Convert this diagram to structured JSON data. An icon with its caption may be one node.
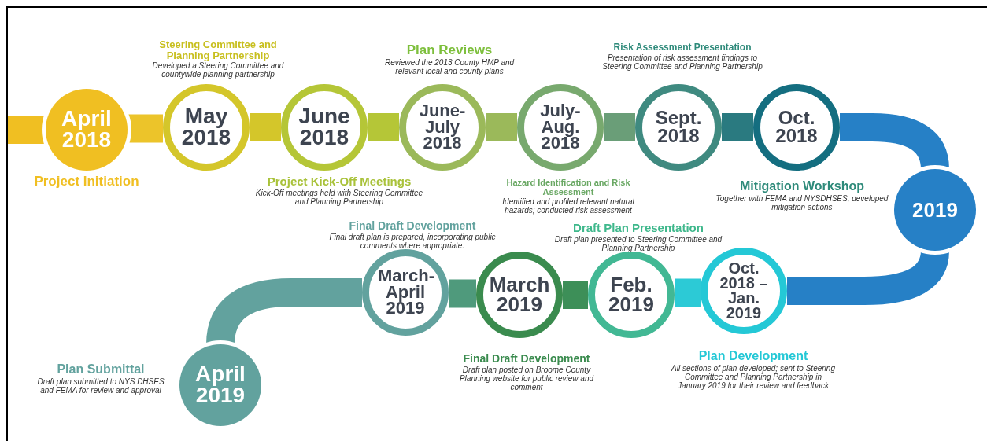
{
  "diagram": {
    "nodes": [
      {
        "text": [
          "April 2018"
        ],
        "beside": [
          "Project Initiation"
        ]
      },
      {
        "text": [
          "May 2018"
        ],
        "beside": [
          "Steering Committee and Planning Partnership",
          "Developed a Steering Committee and countywide planning partnership"
        ]
      },
      {
        "text": [
          "June 2018"
        ],
        "beside": [
          "Project Kick-Off Meetings",
          "Kick-Off meetings held with Steering Committee and Planning Partnership"
        ]
      },
      {
        "text": [
          "June-July 2018"
        ],
        "beside": [
          "Plan Reviews",
          "Reviewed the 2013 County HMP and relevant local and county plans"
        ]
      },
      {
        "text": [
          "July-Aug. 2018"
        ],
        "beside": [
          "Hazard Identification and Risk Assessment",
          "Identified and profiled relevant natural hazards; conducted risk assessment"
        ]
      },
      {
        "text": [
          "Sept. 2018"
        ],
        "beside": [
          "Risk Assessment Presentation",
          "Presentation of risk assessment findings to Steering Committee and Planning Partnership"
        ]
      },
      {
        "text": [
          "Oct. 2018"
        ],
        "beside": [
          "Mitigation Workshop",
          "Together with FEMA and NYSDHSES, developed mitigation actions"
        ]
      },
      {
        "text": [
          "2019"
        ]
      },
      {
        "text": [
          "Oct. 2018 – Jan. 2019"
        ],
        "beside": [
          "Plan Development",
          "All sections of plan developed; sent to Steering Committee and Planning Partnership in January 2019 for their review and feedback"
        ]
      },
      {
        "text": [
          "Feb. 2019"
        ],
        "beside": [
          "Draft Plan Presentation",
          "Draft plan presented to Steering Committee and Planning Partnership"
        ]
      },
      {
        "text": [
          "March 2019"
        ],
        "beside": [
          "Final Draft Development",
          "Draft plan posted on Broome County Planning website for public review and comment"
        ]
      },
      {
        "text": [
          "March-April 2019"
        ],
        "beside": [
          "Final Draft Development",
          "Final draft plan is prepared, incorporating public comments where appropriate."
        ]
      },
      {
        "text": [
          "April 2019"
        ],
        "beside": [
          "Plan Submittal",
          "Draft plan submitted to NYS DHSES and FEMA for review and approval"
        ]
      }
    ],
    "edges": [
      {
        "from": null,
        "to": 0,
        "arrow": "none",
        "color": "#f0bf22"
      },
      {
        "from": 0,
        "to": 1,
        "arrow": "none",
        "color": "#ecc42a"
      },
      {
        "from": 1,
        "to": 2,
        "arrow": "none",
        "color": "#d4c62a"
      },
      {
        "from": 2,
        "to": 3,
        "arrow": "none",
        "color": "#b5c637"
      },
      {
        "from": 3,
        "to": 4,
        "arrow": "none",
        "color": "#9bb95a"
      },
      {
        "from": 4,
        "to": 5,
        "arrow": "none",
        "color": "#6a9e78"
      },
      {
        "from": 5,
        "to": 6,
        "arrow": "none",
        "color": "#2a7a80"
      },
      {
        "from": 6,
        "to": 7,
        "arrow": "none",
        "color": "#2680c6"
      },
      {
        "from": 7,
        "to": 8,
        "arrow": "none",
        "color": "#2680c6"
      },
      {
        "from": 8,
        "to": 9,
        "arrow": "none",
        "color": "#2ccad6"
      },
      {
        "from": 9,
        "to": 10,
        "arrow": "none",
        "color": "#3d8f58"
      },
      {
        "from": 10,
        "to": 11,
        "arrow": "none",
        "color": "#4f9a7c"
      },
      {
        "from": 11,
        "to": 12,
        "arrow": "none",
        "color": "#62a29e"
      }
    ]
  }
}
